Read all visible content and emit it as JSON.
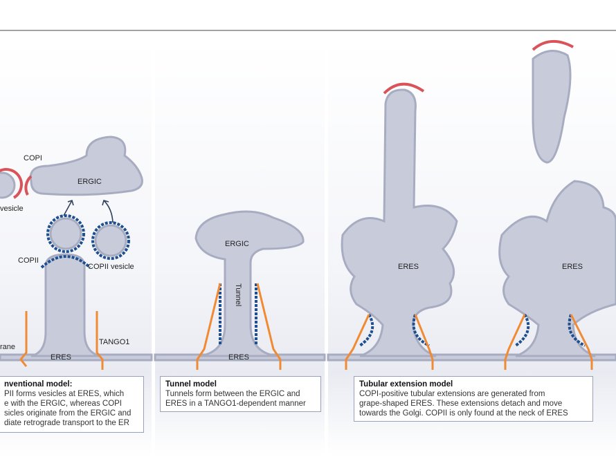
{
  "colors": {
    "membrane_fill": "#c8cbda",
    "membrane_stroke": "#a7acc1",
    "copi": "#d9535a",
    "copii_dark": "#1f4f8e",
    "copii_light": "#3ab0cf",
    "tango1": "#f08a33"
  },
  "panel1": {
    "labels": {
      "copi": "COPI",
      "vesicle": "vesicle",
      "ergic": "ERGIC",
      "copii": "COPII",
      "copii_vesicle": "COPII vesicle",
      "tango1": "TANGO1",
      "membrane": "rane",
      "eres": "ERES"
    },
    "caption": {
      "title": "nventional model:",
      "lines": [
        "PII forms vesicles at ERES, which",
        "e with the ERGIC, whereas COPI",
        "sicles originate from the ERGIC and",
        "diate retrograde transport to the ER"
      ]
    }
  },
  "panel2": {
    "labels": {
      "ergic": "ERGIC",
      "tunnel": "Tunnel",
      "eres": "ERES"
    },
    "caption": {
      "title": "Tunnel model",
      "lines": [
        "Tunnels form between the ERGIC and",
        "ERES in a TANGO1-dependent manner"
      ]
    }
  },
  "panel3": {
    "labels": {
      "eres_a": "ERES",
      "eres_b": "ERES"
    },
    "caption": {
      "title": "Tubular extension model",
      "lines": [
        "COPI-positive tubular extensions are generated from",
        "grape-shaped ERES. These extensions detach and move",
        "towards the Golgi. COPII is only found at the neck of ERES"
      ]
    }
  }
}
